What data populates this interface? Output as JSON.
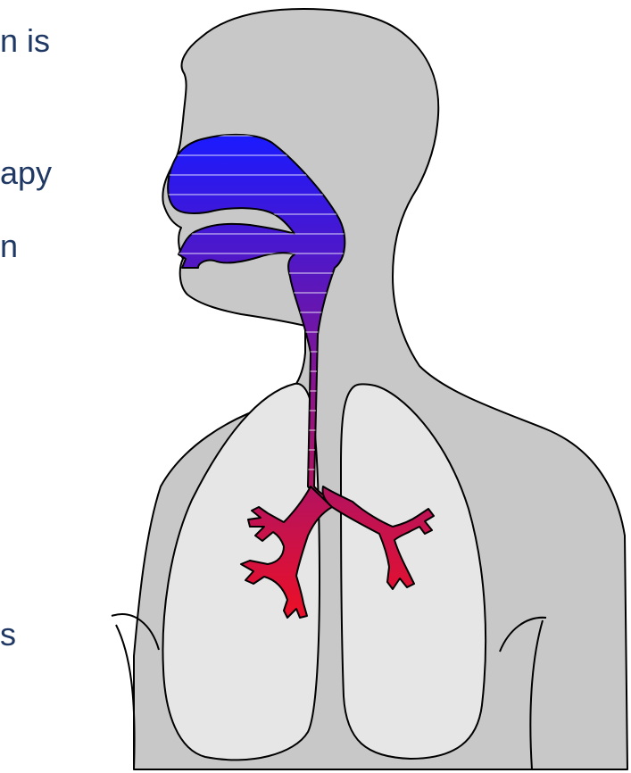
{
  "text_fragments": [
    "n is",
    "apy",
    "n",
    "s"
  ],
  "colors": {
    "text": "#1f3864",
    "body_fill": "#c8c8c8",
    "lung_fill": "#e6e6e6",
    "outline": "#000000",
    "airway_top": "#1a1aff",
    "airway_bottom": "#e8102a"
  }
}
